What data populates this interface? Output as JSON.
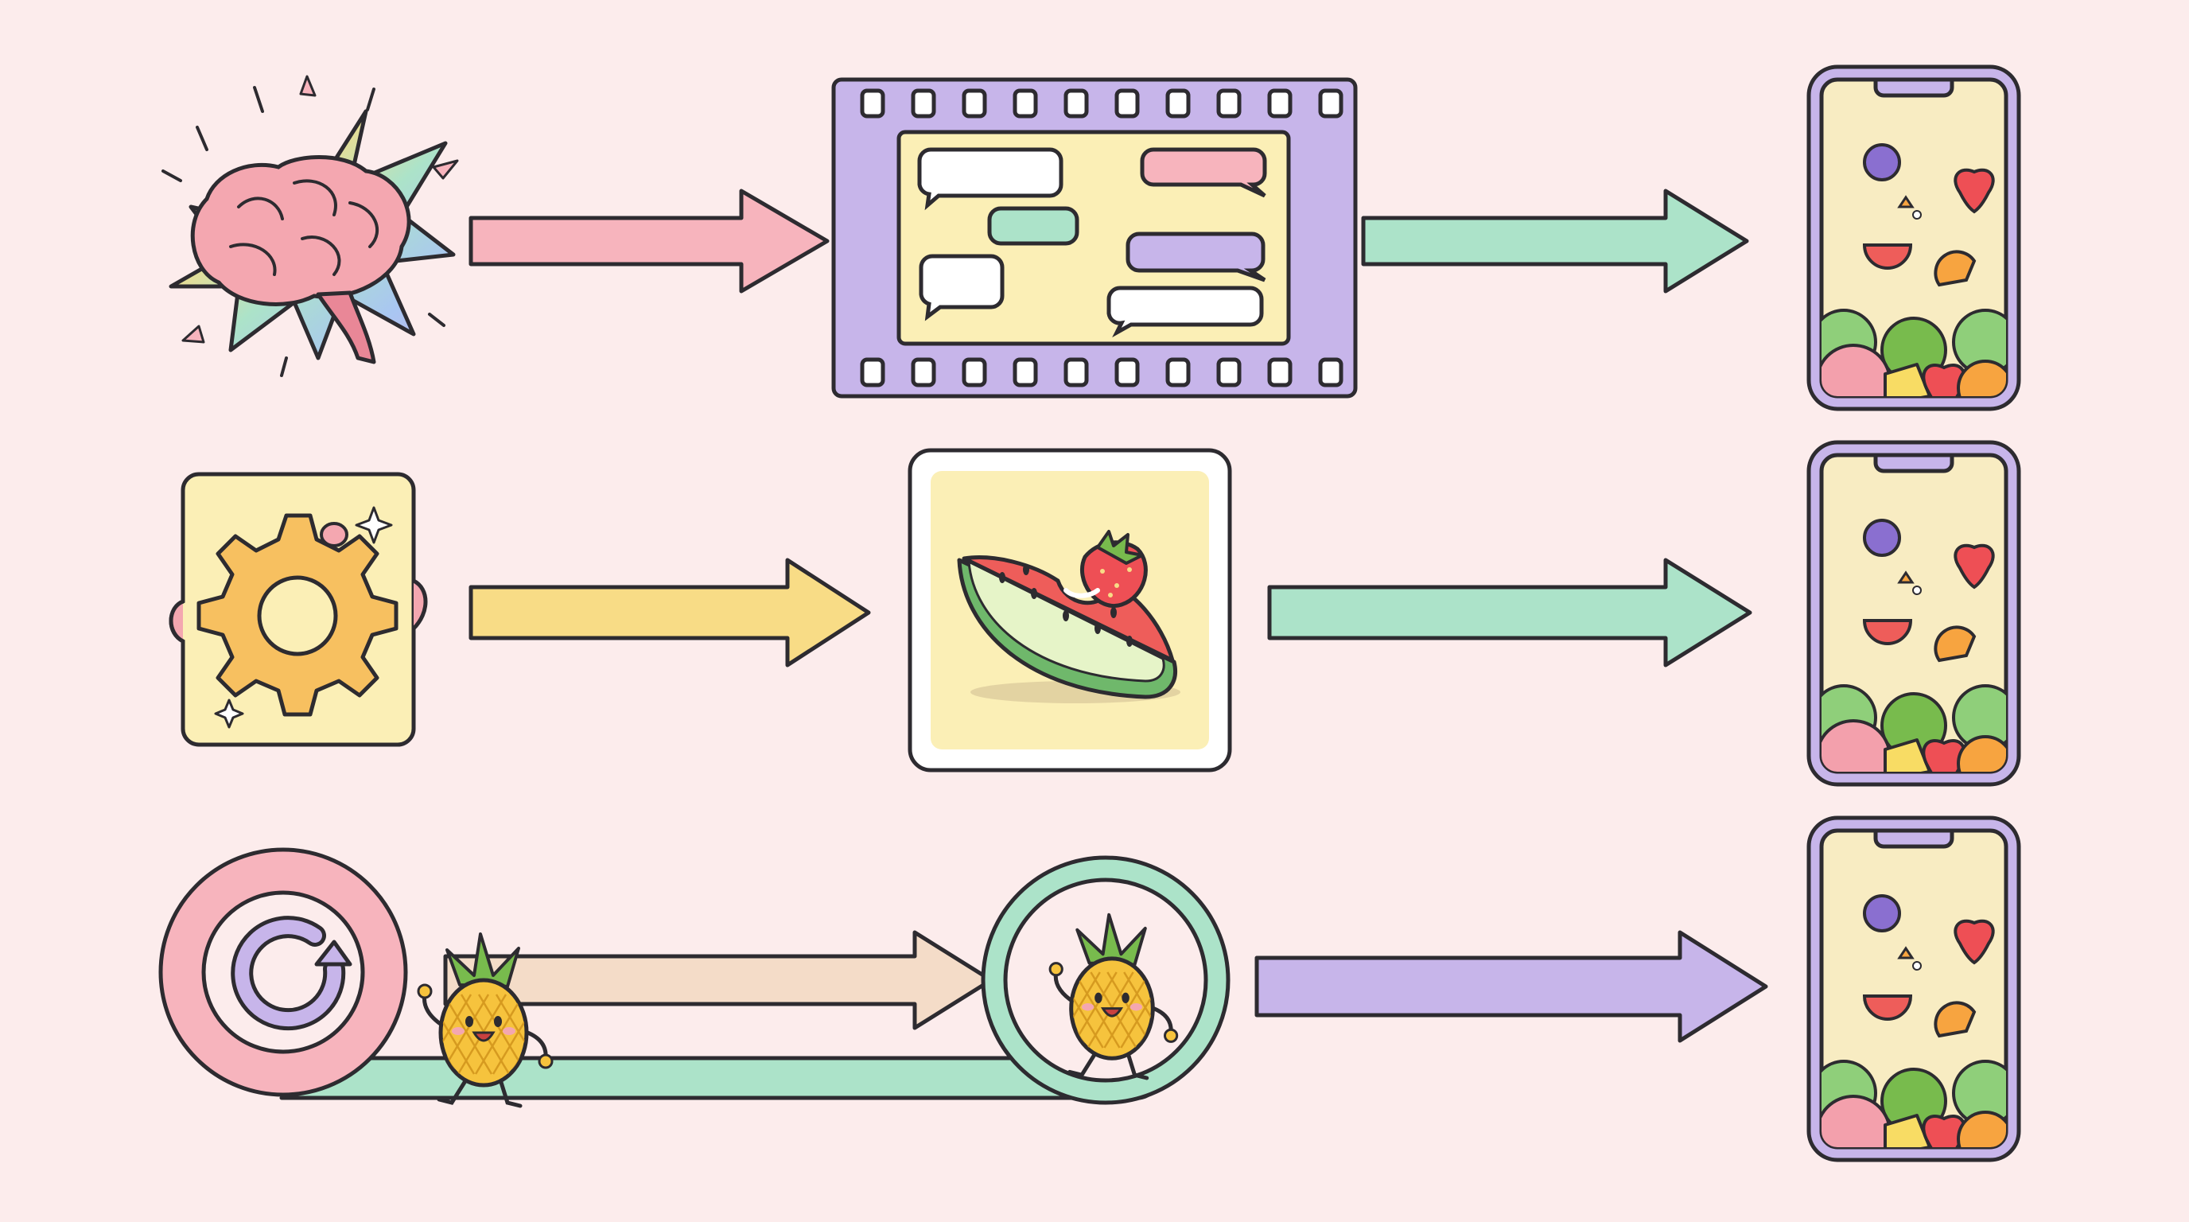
{
  "colors": {
    "background": "#fcecec",
    "outline": "#2d2b30",
    "pink": "#f7b4bd",
    "pink_deep": "#ec8fa2",
    "yellow": "#f8dc86",
    "mint": "#ace3c9",
    "lavender": "#c7b5ea",
    "lavender_deep": "#a08fd8",
    "peach": "#f4dcc8",
    "card_yellow": "#fbefb6",
    "cream": "#f8ecc2",
    "watermelon_red": "#ee5d5a",
    "rind_green": "#6fb86b",
    "pineapple": "#f6c33d",
    "leaf_green": "#78bb4d"
  },
  "rows": [
    {
      "id": "row-1",
      "source_icon": "brain-burst-icon",
      "arrow_color": "pink",
      "middle_icon": "film-strip-chat-icon",
      "second_arrow_color": "mint",
      "target_icon": "phone-fruit-game-icon"
    },
    {
      "id": "row-2",
      "source_icon": "gear-card-icon",
      "arrow_color": "yellow",
      "middle_icon": "watermelon-strawberry-card-icon",
      "second_arrow_color": "mint",
      "target_icon": "phone-fruit-game-icon"
    },
    {
      "id": "row-3",
      "source_icon": "refresh-loop-icon",
      "arrow_color": "peach",
      "middle_icon": "pineapple-in-ring-icon",
      "second_arrow_color": "lavender",
      "target_icon": "phone-fruit-game-icon"
    }
  ],
  "film_bubbles": [
    "white",
    "pink",
    "mint",
    "white",
    "lavender",
    "white"
  ]
}
